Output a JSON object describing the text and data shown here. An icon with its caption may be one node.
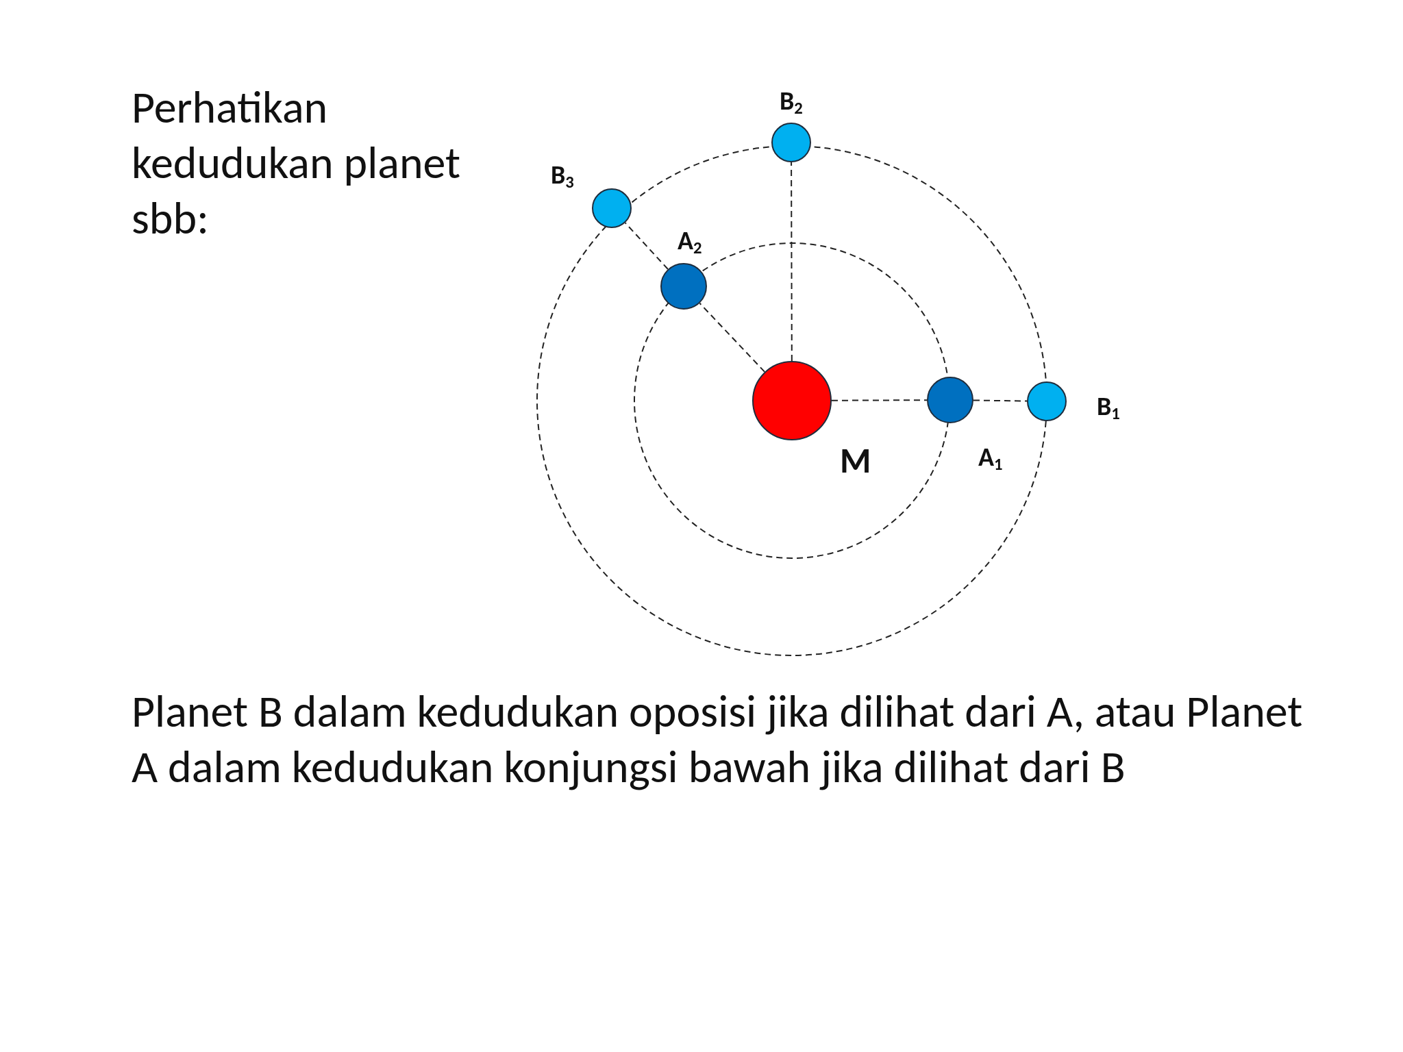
{
  "diagram": {
    "title": "Perhatikan kedudukan planet sbb:",
    "nodes": [
      {
        "text": [],
        "shape": "circle",
        "beside": [
          "B$_{2}$"
        ]
      },
      {
        "text": [],
        "shape": "circle",
        "beside": [
          "B$_{3}$"
        ]
      },
      {
        "text": [],
        "shape": "circle",
        "beside": [
          "A$_{2}$"
        ]
      },
      {
        "text": [],
        "shape": "circle",
        "beside": [
          "M"
        ]
      },
      {
        "text": [],
        "shape": "circle",
        "beside": [
          "A$_{1}$"
        ]
      },
      {
        "text": [],
        "shape": "circle",
        "beside": [
          "B$_{1}$"
        ]
      }
    ],
    "edges": [
      {
        "from": 3,
        "to": 0,
        "arrow": "none",
        "style": "dashed"
      },
      {
        "from": 3,
        "to": 2,
        "arrow": "none",
        "style": "dashed"
      },
      {
        "from": 2,
        "to": 1,
        "arrow": "none",
        "style": "dashed"
      },
      {
        "from": 3,
        "to": 4,
        "arrow": "none",
        "style": "dashed"
      },
      {
        "from": 4,
        "to": 5,
        "arrow": "none",
        "style": "dashed"
      }
    ],
    "caption": "Planet B dalam kedudukan oposisi jika dilihat dari A, atau Planet A dalam kedudukan konjungsi bawah jika dilihat dari B"
  }
}
